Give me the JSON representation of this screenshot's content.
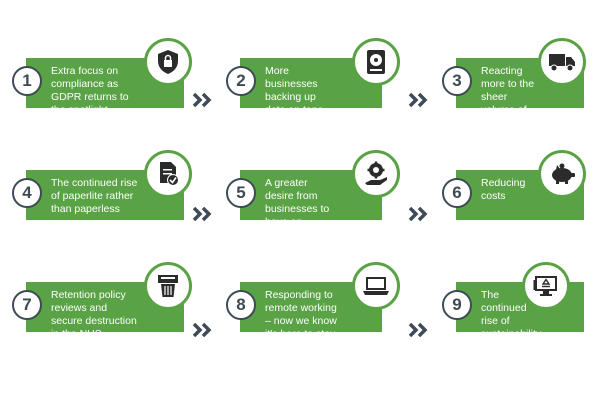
{
  "colors": {
    "accent": "#5aa246",
    "dark": "#3f4a57",
    "background": "#ffffff"
  },
  "steps": [
    {
      "number": "1",
      "text": "Extra focus on compliance as GDPR returns to the spotlight",
      "icon": "shield-lock-icon"
    },
    {
      "number": "2",
      "text": "More businesses backing up data on tape",
      "icon": "hard-drive-icon"
    },
    {
      "number": "3",
      "text": "Reacting more to the sheer volume of data",
      "icon": "truck-icon"
    },
    {
      "number": "4",
      "text": "The continued rise of paperlite rather than paperless",
      "icon": "document-check-icon"
    },
    {
      "number": "5",
      "text": "A greater desire from businesses to have an overview of all their data",
      "icon": "gear-hand-icon"
    },
    {
      "number": "6",
      "text": "Reducing costs",
      "icon": "piggy-bank-icon"
    },
    {
      "number": "7",
      "text": "Retention policy reviews and secure destruction in the NHS",
      "icon": "shred-bin-icon"
    },
    {
      "number": "8",
      "text": "Responding to remote working – now we know it's here to stay",
      "icon": "laptop-icon"
    },
    {
      "number": "9",
      "text": "The continued rise of sustainability",
      "icon": "recycle-monitor-icon"
    }
  ]
}
